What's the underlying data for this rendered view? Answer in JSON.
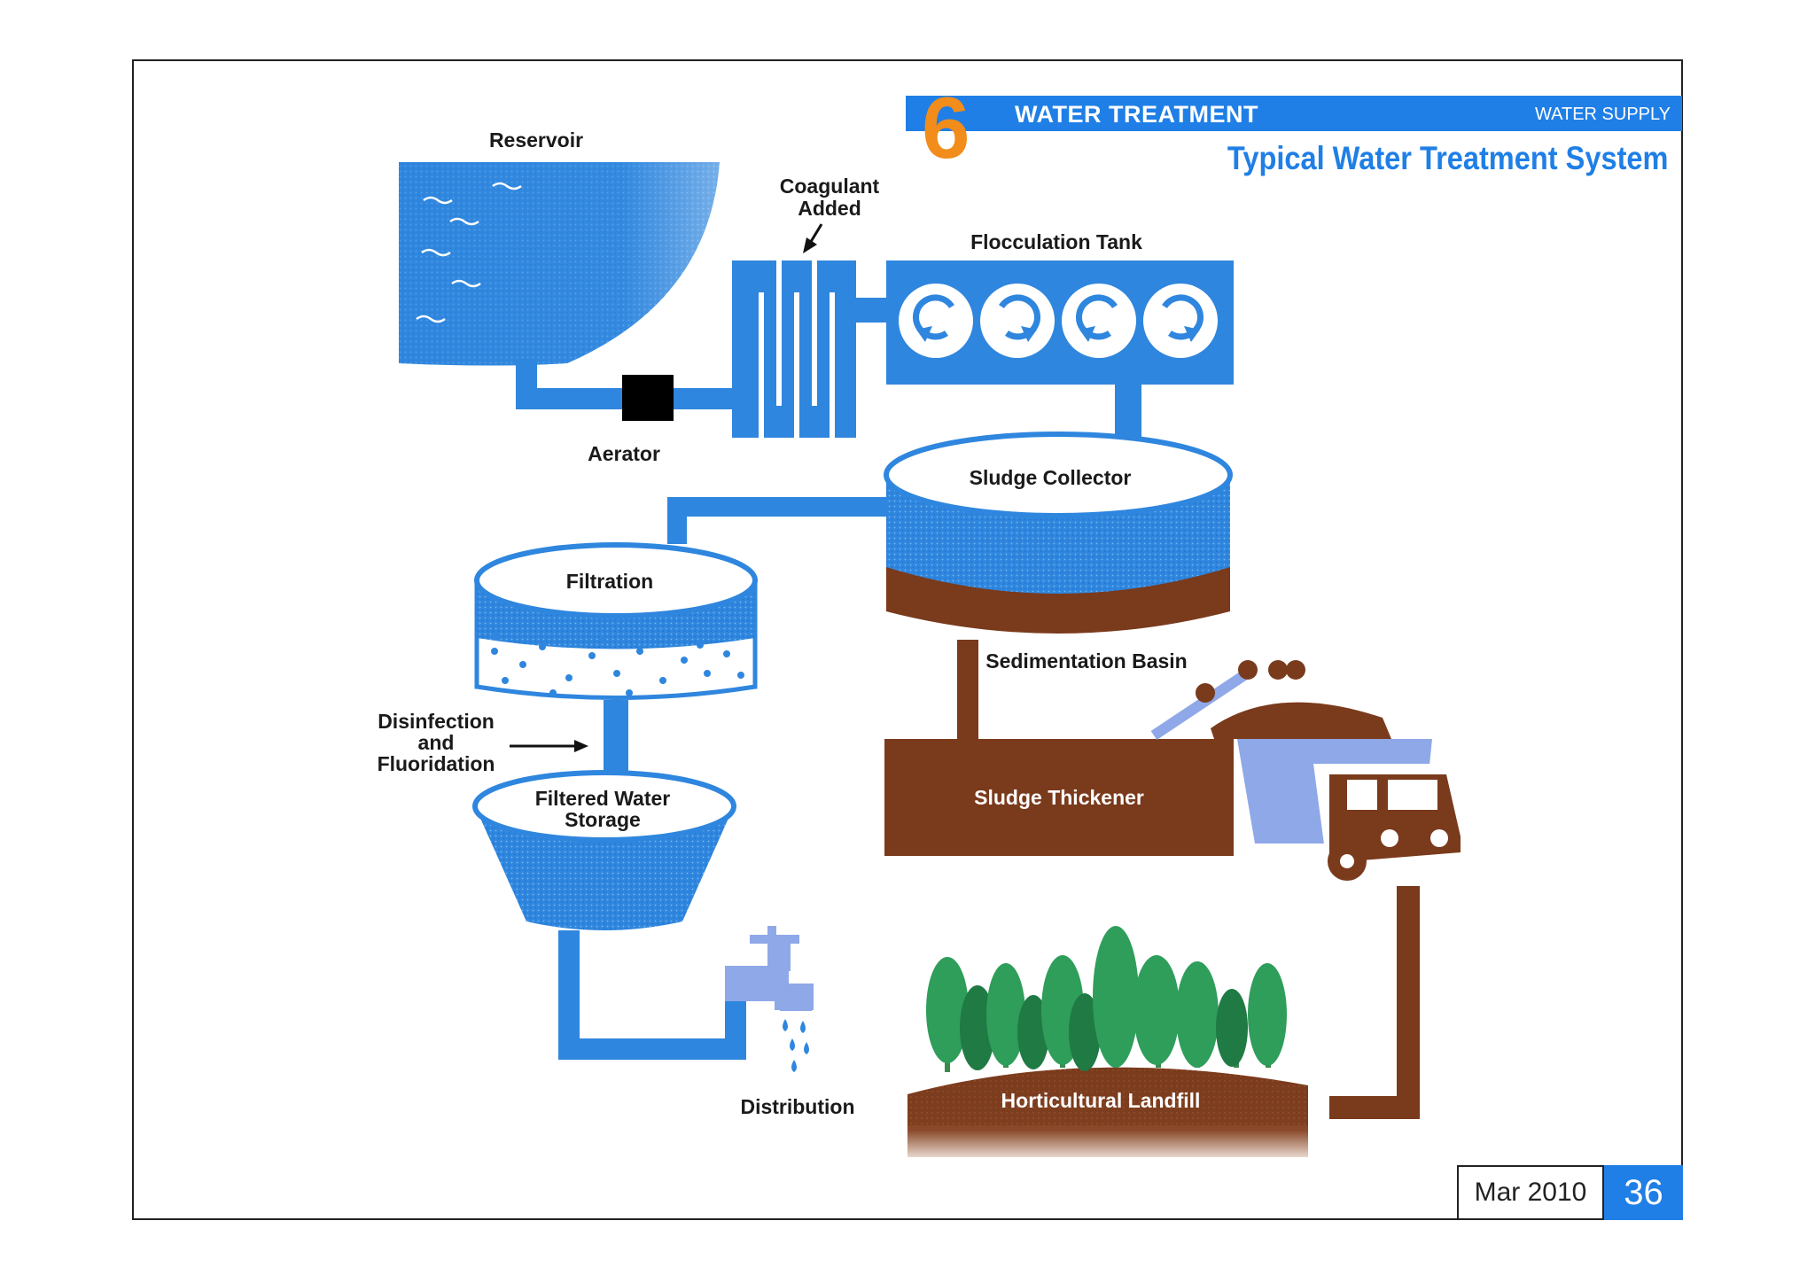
{
  "header": {
    "section_number": "6",
    "section_title": "WATER TREATMENT",
    "section_tag": "WATER SUPPLY",
    "subtitle": "Typical Water Treatment System"
  },
  "diagram": {
    "labels": {
      "reservoir": "Reservoir",
      "coagulant_line1": "Coagulant",
      "coagulant_line2": "Added",
      "flocculation_tank": "Flocculation Tank",
      "aerator": "Aerator",
      "sludge_collector": "Sludge Collector",
      "filtration": "Filtration",
      "sedimentation_basin": "Sedimentation Basin",
      "disinfection_line1": "Disinfection",
      "disinfection_line2": "and",
      "disinfection_line3": "Fluoridation",
      "filtered_storage_line1": "Filtered Water",
      "filtered_storage_line2": "Storage",
      "sludge_thickener": "Sludge Thickener",
      "distribution": "Distribution",
      "horticultural_landfill": "Horticultural Landfill"
    },
    "colors": {
      "water_blue": "#2f86de",
      "light_blue": "#8fa8e8",
      "sludge_brown": "#7a3a1c",
      "tree_green": "#2e9e5a",
      "aerator_black": "#000000"
    }
  },
  "footer": {
    "date": "Mar 2010",
    "page_number": "36"
  },
  "colors": {
    "accent_blue": "#1f7fe6",
    "accent_orange": "#f28c1b"
  }
}
